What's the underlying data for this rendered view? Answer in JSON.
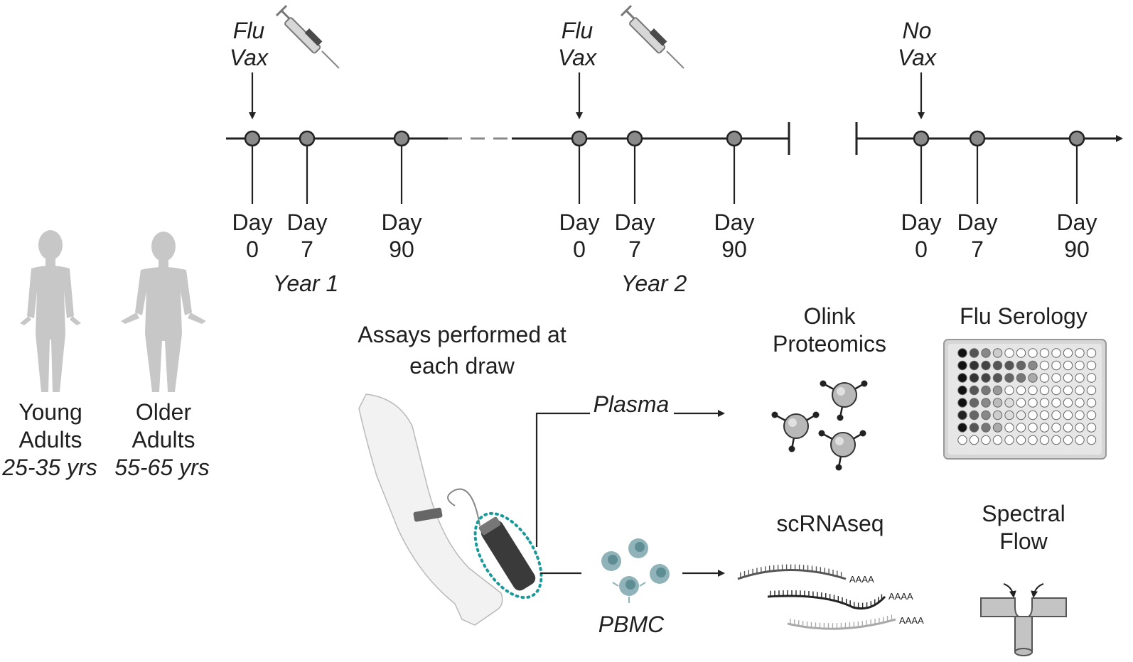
{
  "vaccination_events": [
    {
      "line1": "Flu",
      "line2": "Vax",
      "syringe": true
    },
    {
      "line1": "Flu",
      "line2": "Vax",
      "syringe": true
    },
    {
      "line1": "No",
      "line2": "Vax",
      "syringe": false
    }
  ],
  "day_labels": [
    {
      "word": "Day",
      "num": "0"
    },
    {
      "word": "Day",
      "num": "7"
    },
    {
      "word": "Day",
      "num": "90"
    },
    {
      "word": "Day",
      "num": "0"
    },
    {
      "word": "Day",
      "num": "7"
    },
    {
      "word": "Day",
      "num": "90"
    },
    {
      "word": "Day",
      "num": "0"
    },
    {
      "word": "Day",
      "num": "7"
    },
    {
      "word": "Day",
      "num": "90"
    }
  ],
  "years": [
    "Year 1",
    "Year 2"
  ],
  "cohorts": [
    {
      "line1": "Young",
      "line2": "Adults",
      "age": "25-35 yrs"
    },
    {
      "line1": "Older",
      "line2": "Adults",
      "age": "55-65 yrs"
    }
  ],
  "assays_title": {
    "line1": "Assays performed at",
    "line2": "each draw"
  },
  "sample_types": {
    "plasma": "Plasma",
    "pbmc": "PBMC"
  },
  "assays": {
    "olink": {
      "line1": "Olink",
      "line2": "Proteomics"
    },
    "serology": "Flu Serology",
    "scrnaseq": "scRNAseq",
    "spectral": {
      "line1": "Spectral",
      "line2": "Flow"
    }
  },
  "polyA_tail": "AAAA",
  "colors": {
    "accent_teal": "#1a9a9a",
    "line": "#222222",
    "timepoint_dot": "#8a8a8a",
    "silhouette": "#c7c7c7"
  }
}
